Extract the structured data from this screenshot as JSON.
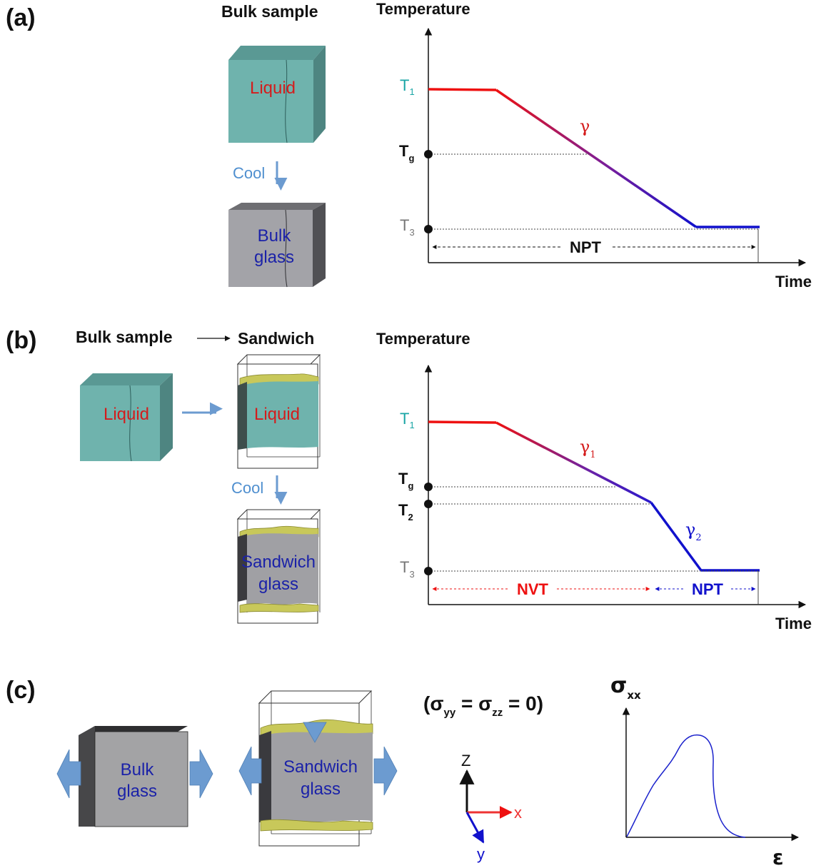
{
  "panels": {
    "a": {
      "label": "(a)",
      "header": "Bulk sample",
      "liquid_text": "Liquid",
      "cool_text": "Cool",
      "glass_line1": "Bulk",
      "glass_line2": "glass",
      "plot": {
        "y_title": "Temperature",
        "x_title": "Time",
        "t1": "T",
        "t1_sub": "1",
        "tg": "T",
        "tg_sub": "g",
        "t3": "T",
        "t3_sub": "3",
        "gamma": "γ",
        "npt": "NPT"
      }
    },
    "b": {
      "label": "(b)",
      "header_left": "Bulk sample",
      "header_right": "Sandwich",
      "liquid_text": "Liquid",
      "liquid_text2": "Liquid",
      "cool_text": "Cool",
      "glass_line1": "Sandwich",
      "glass_line2": "glass",
      "plot": {
        "y_title": "Temperature",
        "x_title": "Time",
        "t1": "T",
        "t1_sub": "1",
        "tg": "T",
        "tg_sub": "g",
        "t2": "T",
        "t2_sub": "2",
        "t3": "T",
        "t3_sub": "3",
        "gamma1": "γ",
        "gamma1_sub": "1",
        "gamma2": "γ",
        "gamma2_sub": "2",
        "nvt": "NVT",
        "npt": "NPT"
      }
    },
    "c": {
      "label": "(c)",
      "bulk_line1": "Bulk",
      "bulk_line2": "glass",
      "sand_line1": "Sandwich",
      "sand_line2": "glass",
      "stress_cond_open": "(σ",
      "stress_cond_yy": "yy",
      "stress_cond_mid": " = σ",
      "stress_cond_zz": "zz",
      "stress_cond_close": " = 0)",
      "axis_z": "Z",
      "axis_x": "x",
      "axis_y": "y",
      "sigma": "σ",
      "sigma_sub": "xx",
      "epsilon": "ε"
    }
  },
  "colors": {
    "liquid_front": "#6fb3ad",
    "liquid_top": "#5a9994",
    "liquid_side": "#4e8581",
    "glass_front": "#a3a3a8",
    "glass_top": "#6e6e72",
    "glass_side": "#505054",
    "hot": "#ee1111",
    "cold": "#1111cc",
    "cyan_label": "#1aa6a6",
    "arrow_blue": "#6c9bd0",
    "interface_yellow": "#c8c85a"
  }
}
